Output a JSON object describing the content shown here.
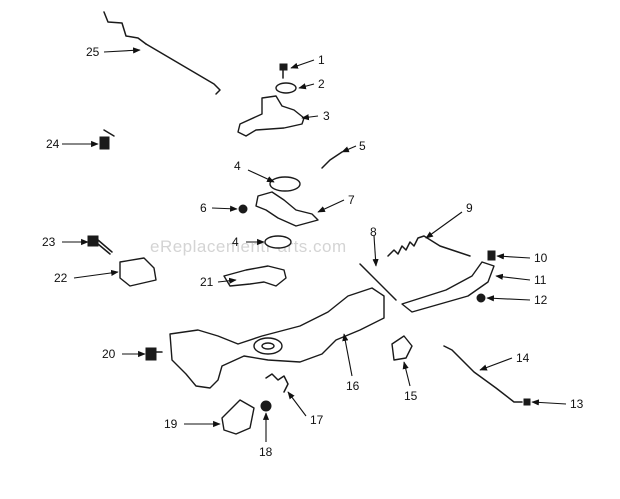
{
  "watermark": "eReplacementParts.com",
  "callouts": [
    "1",
    "2",
    "3",
    "4",
    "5",
    "6",
    "7",
    "8",
    "9",
    "10",
    "11",
    "12",
    "13",
    "14",
    "15",
    "16",
    "17",
    "18",
    "19",
    "20",
    "21",
    "22",
    "23",
    "24",
    "25",
    "4"
  ]
}
